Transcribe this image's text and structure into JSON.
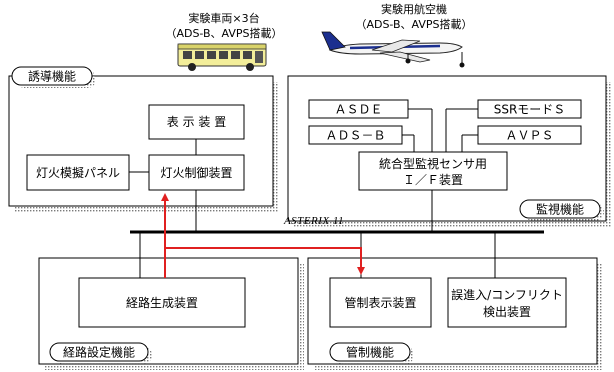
{
  "vehicles": {
    "bus_title": "実験車両×3台",
    "bus_equipment": "（ADS-B、AVPS搭載）",
    "aircraft_title": "実験用航空機",
    "aircraft_equipment": "（ADS-B、AVPS搭載）"
  },
  "groups": {
    "guidance": "誘導機能",
    "surveillance": "監視機能",
    "route_setting": "経路設定機能",
    "control": "管制機能"
  },
  "devices": {
    "display": "表 示 装 置",
    "light_panel": "灯火模擬パネル",
    "light_controller": "灯火制御装置",
    "asde": "ＡＳＤＥ",
    "ssr": "SSRモードＳ",
    "adsb": "ＡＤＳ－Ｂ",
    "avps": "ＡＶＰＳ",
    "sensor_line1": "統合型監視センサ用",
    "sensor_line2": "Ｉ／Ｆ装置",
    "route_generator": "経路生成装置",
    "control_display": "管制表示装置",
    "conflict_line1": "誤進入/コンフリクト",
    "conflict_line2": "検出装置"
  },
  "bus": {
    "label": "ASTERIX 11"
  },
  "colors": {
    "flow_arrow": "#e02020",
    "line": "#000000",
    "shadow": "#9a9a9a"
  }
}
